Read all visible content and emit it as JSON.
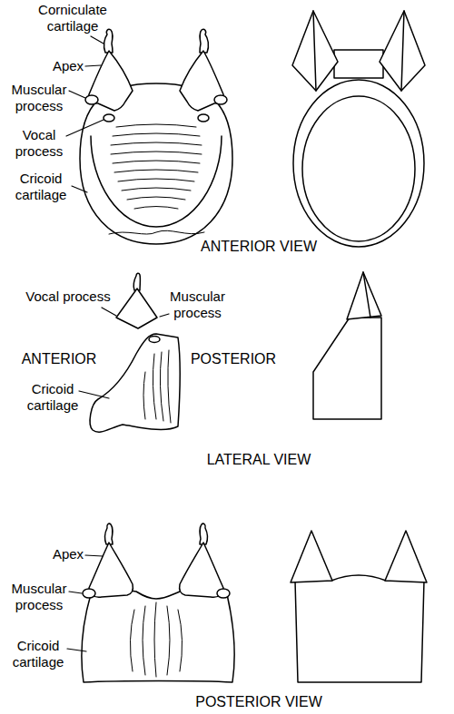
{
  "diagram": {
    "labels": [
      "Corniculate cartilage",
      "Apex",
      "Muscular process",
      "Vocal process",
      "Cricoid cartilage",
      "ANTERIOR VIEW",
      "Vocal process",
      "Muscular process",
      "ANTERIOR",
      "POSTERIOR",
      "Cricoid cartilage",
      "LATERAL VIEW",
      "Apex",
      "Muscular process",
      "Cricoid cartilage",
      "POSTERIOR VIEW"
    ]
  }
}
